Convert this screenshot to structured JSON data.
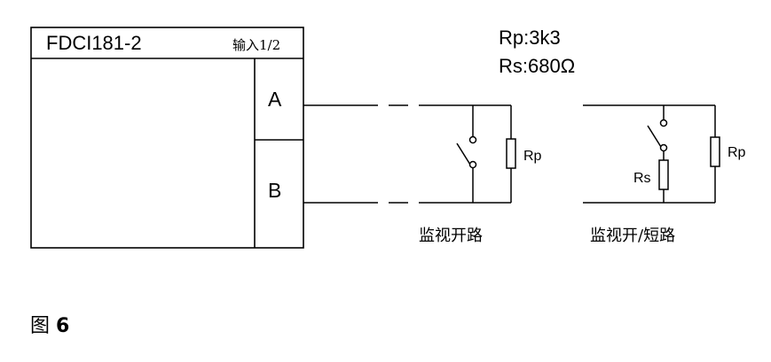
{
  "device": {
    "model": "FDCI181-2",
    "input_label": "输入1/2",
    "terminal_a": "A",
    "terminal_b": "B"
  },
  "specs": {
    "rp": "Rp:3k3",
    "rs": "Rs:680Ω"
  },
  "circuits": [
    {
      "resistors": [
        "Rp"
      ],
      "caption": "监视开路"
    },
    {
      "resistors": [
        "Rs",
        "Rp"
      ],
      "caption": "监视开/短路"
    }
  ],
  "figure": {
    "prefix": "图",
    "number": "6"
  }
}
